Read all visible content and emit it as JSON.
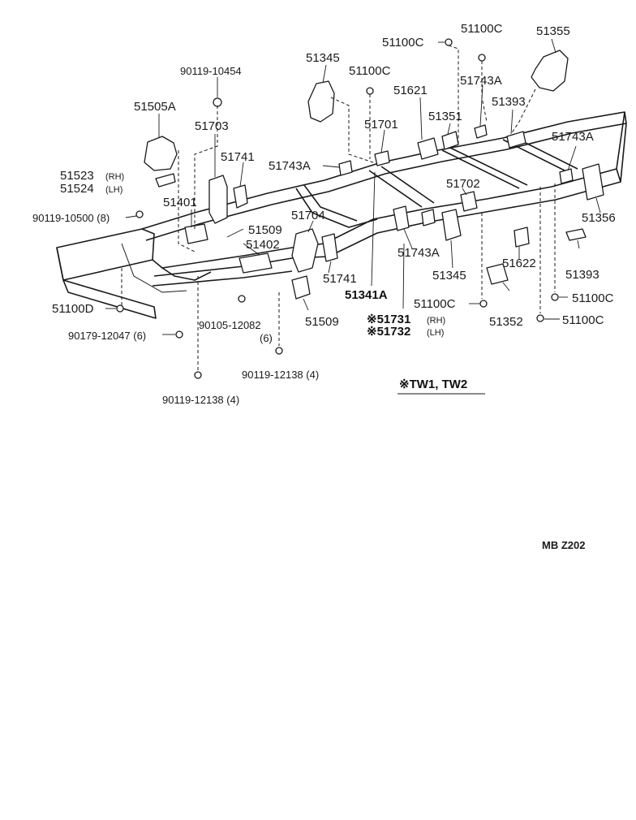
{
  "parts": {
    "p51100C_top_a": "51100C",
    "p51100C_top_b": "51100C",
    "p51355": "51355",
    "p90119_10454": "90119-10454",
    "p51345_top": "51345",
    "p51100C_mid": "51100C",
    "p51743A_top": "51743A",
    "p51505A": "51505A",
    "p51621": "51621",
    "p51351": "51351",
    "p51393_top": "51393",
    "p51703": "51703",
    "p51701": "51701",
    "p51743A_right": "51743A",
    "p51741_left": "51741",
    "p51743A_left": "51743A",
    "p51523": "51523",
    "p51523_side": "(RH)",
    "p51524": "51524",
    "p51524_side": "(LH)",
    "p51702": "51702",
    "p51401": "51401",
    "p51704": "51704",
    "p90119_10500": "90119-10500 (8)",
    "p51356": "51356",
    "p51509_top": "51509",
    "p51402": "51402",
    "p51743A_bottom": "51743A",
    "p51622": "51622",
    "p51345_bottom": "51345",
    "p51393_bottom": "51393",
    "p51741_bottom": "51741",
    "p51341A": "51341A",
    "p51100C_right_a": "51100C",
    "p51100D": "51100D",
    "p51100C_center": "51100C",
    "p51352": "51352",
    "p90105_12082": "90105-12082",
    "p90105_12082_qty": "(6)",
    "p51509_bottom": "51509",
    "p51731": "※51731",
    "p51731_side": "(RH)",
    "p51732": "※51732",
    "p51732_side": "(LH)",
    "p51100C_right_b": "51100C",
    "p90179_12047": "90179-12047 (6)",
    "p90119_12138_right": "90119-12138 (4)",
    "p90119_12138_left": "90119-12138 (4)"
  },
  "note": "※TW1, TW2",
  "figure_code": "MB  Z202"
}
